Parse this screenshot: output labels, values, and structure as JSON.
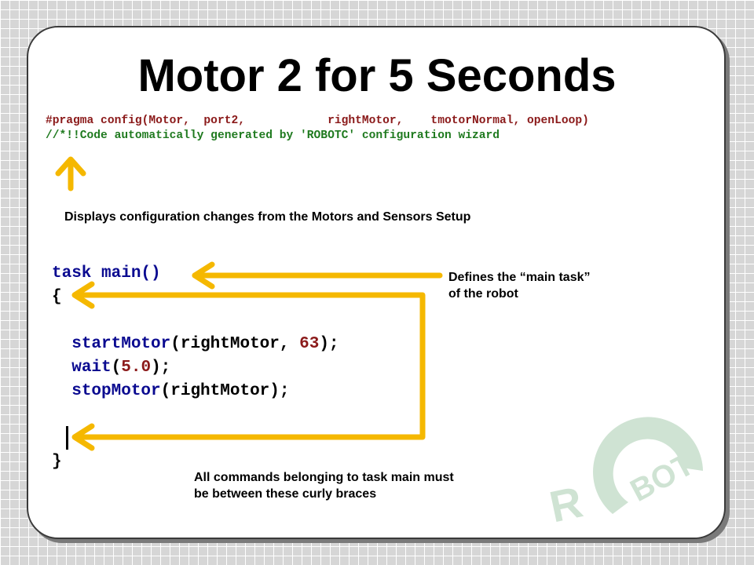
{
  "slide": {
    "title": "Motor 2 for 5 Seconds",
    "pragma_line": "#pragma config(Motor,  port2,            rightMotor,    tmotorNormal, openLoop)",
    "comment_line": "//*!!Code automatically generated by 'ROBOTC' configuration wizard",
    "code": {
      "task_keyword": "task",
      "main_signature": " main()",
      "open_brace": "{",
      "start_fn": "startMotor",
      "start_open": "(",
      "start_arg": "rightMotor",
      "start_sep": ", ",
      "start_speed": "63",
      "start_close": ");",
      "wait_fn": "wait",
      "wait_open": "(",
      "wait_arg": "5.0",
      "wait_close": ");",
      "stop_fn": "stopMotor",
      "stop_open": "(",
      "stop_arg": "rightMotor",
      "stop_close": ");",
      "close_brace": "}"
    },
    "notes": {
      "config": "Displays configuration changes from the Motors and Sensors Setup",
      "main_task_line1": "Defines the “main task”",
      "main_task_line2": "of the robot",
      "braces_line1": "All commands belonging to task main must",
      "braces_line2": "be between these curly braces"
    },
    "watermark": "ROBOT",
    "colors": {
      "arrow": "#f5b800",
      "comment": "#1f7a1f",
      "keyword": "#0a0a90",
      "pragma": "#8b1a1a",
      "watermark": "#cfe3d3"
    }
  }
}
